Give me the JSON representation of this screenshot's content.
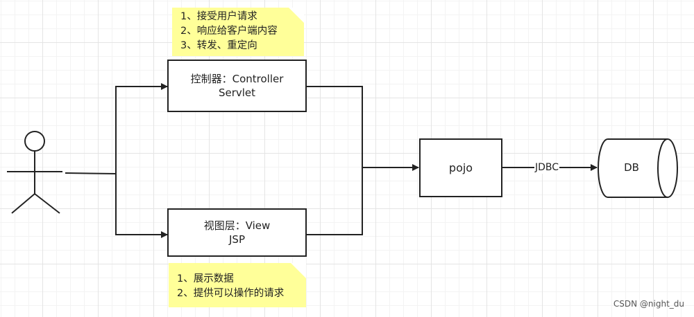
{
  "actor": {
    "icon": "stick-figure-user"
  },
  "controller_note": {
    "lines": [
      "1、接受用户请求",
      "2、响应给客户端内容",
      "3、转发、重定向"
    ]
  },
  "controller_box": {
    "line1": "控制器：Controller",
    "line2": "Servlet"
  },
  "view_box": {
    "line1": "视图层：View",
    "line2": "JSP"
  },
  "view_note": {
    "lines": [
      "1、展示数据",
      "2、提供可以操作的请求"
    ]
  },
  "pojo_box": {
    "label": "pojo"
  },
  "connector": {
    "label": "JDBC"
  },
  "db": {
    "label": "DB"
  },
  "watermark": "CSDN @night_du",
  "colors": {
    "note_fill": "#ffff99",
    "stroke": "#222222",
    "grid": "#e4e4e4"
  }
}
